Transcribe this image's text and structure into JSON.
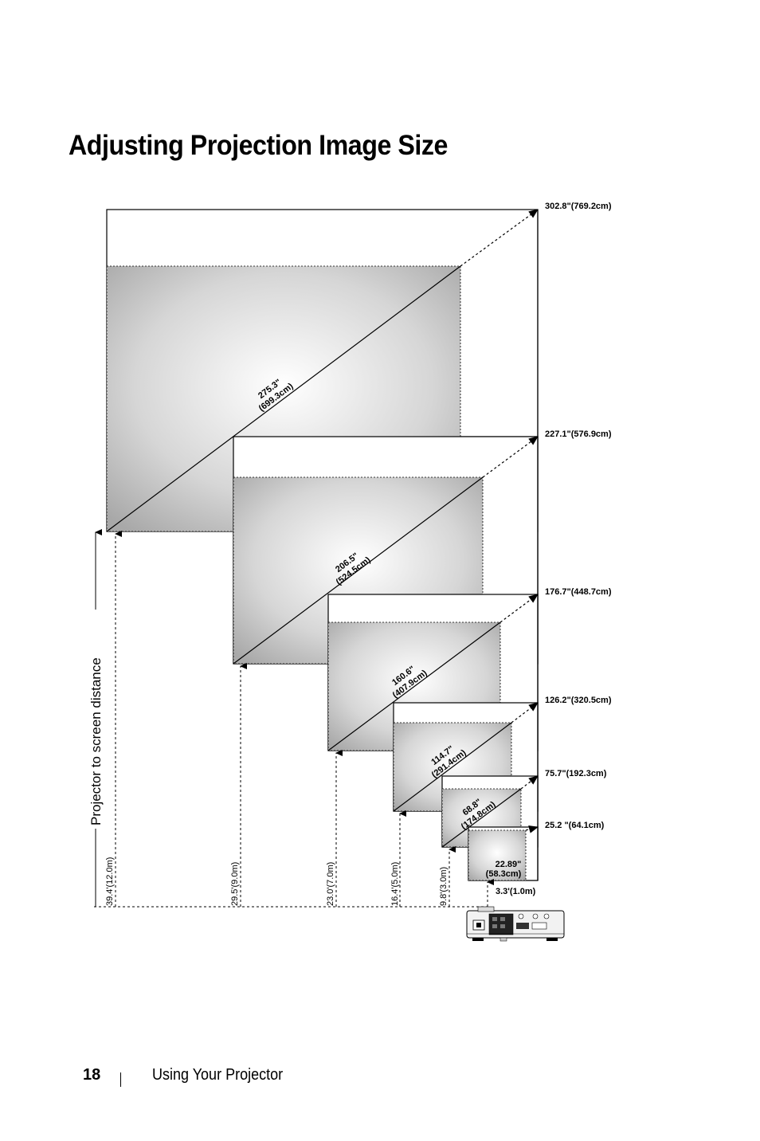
{
  "page": {
    "title": "Adjusting Projection Image Size",
    "footer": {
      "page_number": "18",
      "section": "Using Your Projector"
    }
  },
  "diagram": {
    "axis_title": "Projector to screen distance",
    "screens": [
      {
        "diagonal_169": "302.8\"(769.2cm)",
        "diagonal_43": "275.3\"",
        "diagonal_43_cm": "(699.3cm)",
        "distance": "39.4'(12.0m)"
      },
      {
        "diagonal_169": "227.1\"(576.9cm)",
        "diagonal_43": "206.5\"",
        "diagonal_43_cm": "(524.5cm)",
        "distance": "29.5'(9.0m)"
      },
      {
        "diagonal_169": "176.7\"(448.7cm)",
        "diagonal_43": "160.6\"",
        "diagonal_43_cm": "(407.9cm)",
        "distance": "23.0'(7.0m)"
      },
      {
        "diagonal_169": "126.2\"(320.5cm)",
        "diagonal_43": "114.7\"",
        "diagonal_43_cm": "(291.4cm)",
        "distance": "16.4'(5.0m)"
      },
      {
        "diagonal_169": "75.7\"(192.3cm)",
        "diagonal_43": "68.8\"",
        "diagonal_43_cm": "(174.8cm)",
        "distance": "9.8'(3.0m)"
      },
      {
        "diagonal_169": "25.2 \"(64.1cm)",
        "diagonal_43": "22.89\"",
        "diagonal_43_cm": "(58.3cm)",
        "distance": "3.3'(1.0m)"
      }
    ]
  }
}
